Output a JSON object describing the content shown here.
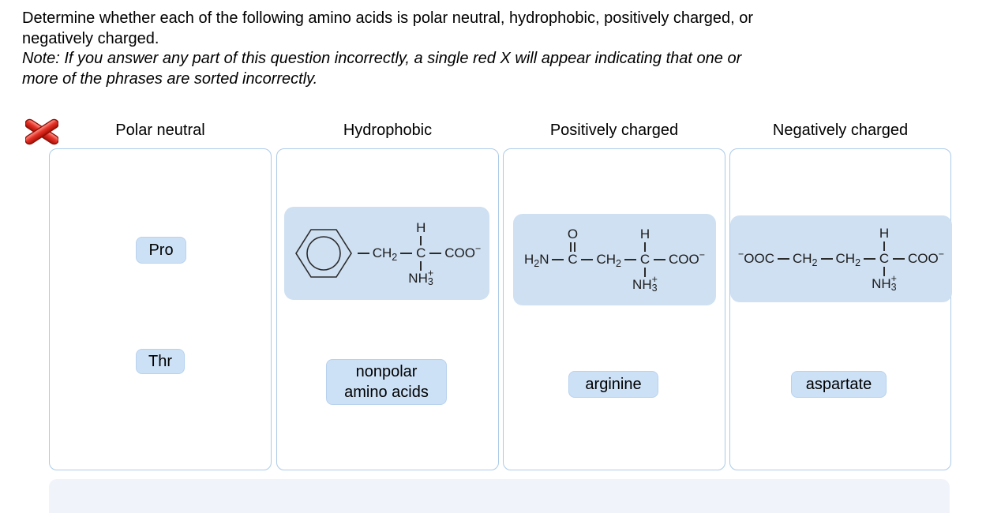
{
  "instructions": {
    "prompt_lines": [
      "Determine whether each of the following amino acids is polar neutral, hydrophobic, positively charged, or",
      "negatively charged."
    ],
    "note_lines": [
      "Note: If you answer any part of this question incorrectly, a single red X will appear indicating that one or",
      "more of the phrases are sorted incorrectly."
    ]
  },
  "feedback": {
    "status": "incorrect",
    "icon": "red-x-icon"
  },
  "columns": [
    {
      "id": "polar-neutral",
      "label": "Polar neutral"
    },
    {
      "id": "hydrophobic",
      "label": "Hydrophobic"
    },
    {
      "id": "positively-charged",
      "label": "Positively charged"
    },
    {
      "id": "negatively-charged",
      "label": "Negatively charged"
    }
  ],
  "chips": {
    "pro": "Pro",
    "thr": "Thr",
    "nonpolar": "nonpolar amino acids",
    "arginine": "arginine",
    "aspartate": "aspartate"
  },
  "structures": {
    "phenylalanine": {
      "ring": "benzene-ring",
      "ch2_pre": "CH",
      "ch2_sub": "2",
      "alpha_top": "H",
      "alpha_c": "C",
      "amine_pre": "NH",
      "amine_sub": "3",
      "amine_sup": "+",
      "coo_pre": "COO",
      "coo_sup": "−"
    },
    "asparagine": {
      "h2n_pre": "H",
      "h2n_sub": "2",
      "h2n_post": "N",
      "carbonyl_top": "O",
      "carbonyl_c": "C",
      "ch2_pre": "CH",
      "ch2_sub": "2",
      "alpha_top": "H",
      "alpha_c": "C",
      "amine_pre": "NH",
      "amine_sub": "3",
      "amine_sup": "+",
      "coo_pre": "COO",
      "coo_sup": "−"
    },
    "glutamate": {
      "ooc_sup": "−",
      "ooc_post": "OOC",
      "ch2a_pre": "CH",
      "ch2a_sub": "2",
      "ch2b_pre": "CH",
      "ch2b_sub": "2",
      "alpha_top": "H",
      "alpha_c": "C",
      "amine_pre": "NH",
      "amine_sub": "3",
      "amine_sup": "+",
      "coo_pre": "COO",
      "coo_sup": "−"
    }
  },
  "colors": {
    "card_bg": "#cfe0f2",
    "chip_bg": "#cde1f6",
    "chip_border": "#b7d2ee",
    "bin_border": "#abcbe8",
    "tray_bg": "#f0f4fa",
    "error_red": "#d92015"
  }
}
